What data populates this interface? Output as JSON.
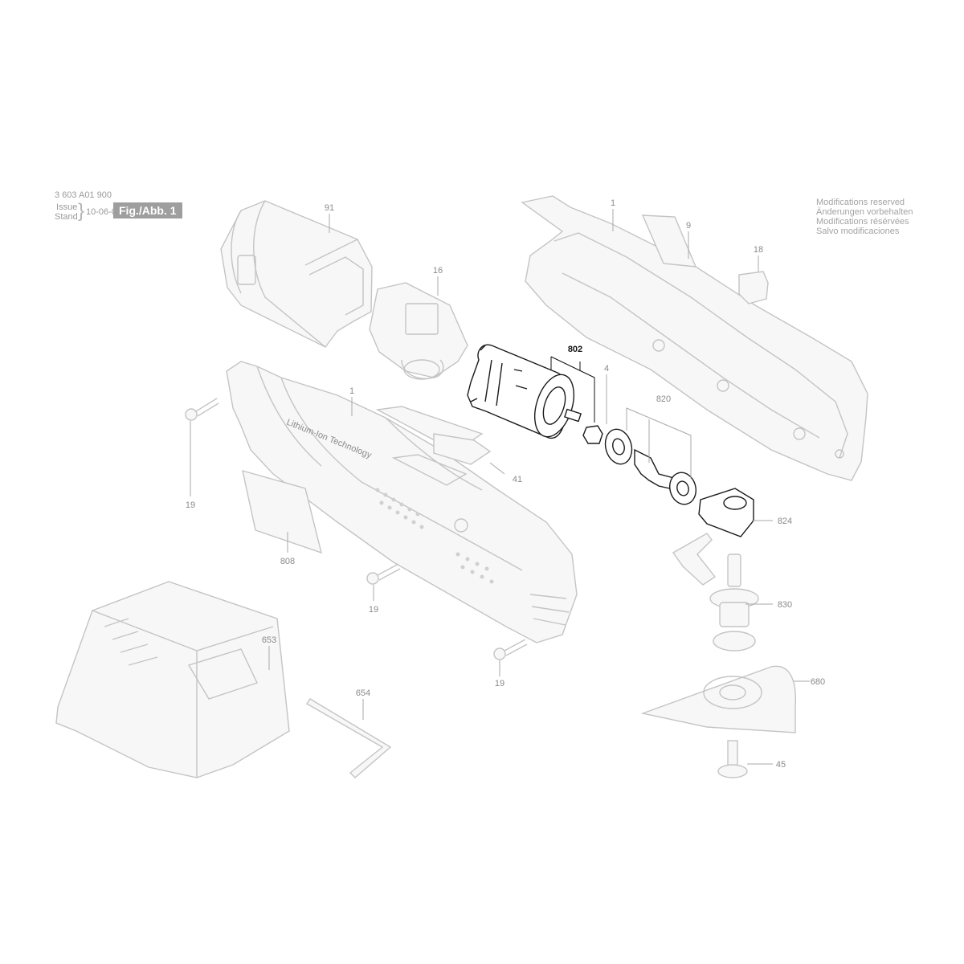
{
  "header": {
    "part_number": "3 603 A01 900",
    "issue_label": "Issue",
    "stand_label": "Stand",
    "issue_date": "10-06-07",
    "figure_label": "Fig./Abb. 1"
  },
  "notices": [
    "Modifications reserved",
    "Änderungen vorbehalten",
    "Modifications résérvées",
    "Salvo modificaciones"
  ],
  "housing_print": "Lithium-Ion Technology",
  "callouts": {
    "battery_pack": "91",
    "switch_unit": "16",
    "housing_half_right": "1",
    "housing_half_left": "1",
    "nameplate": "9",
    "cover_cap": "18",
    "motor": "802",
    "pinion": "4",
    "bearing_set": "820",
    "slide_switch": "41",
    "screw_upper": "19",
    "screw_middle": "19",
    "screw_lower": "19",
    "label_plate": "808",
    "gear_housing": "824",
    "spindle_lever": "830",
    "sanding_plate": "680",
    "clamping_screw": "45",
    "charger": "653",
    "allen_key": "654"
  },
  "colors": {
    "highlight_outline": "#1a1a1a",
    "ghost_outline": "#c4c4c4",
    "callout_text": "#8a8a8a",
    "figure_badge": "#9e9e9e"
  }
}
